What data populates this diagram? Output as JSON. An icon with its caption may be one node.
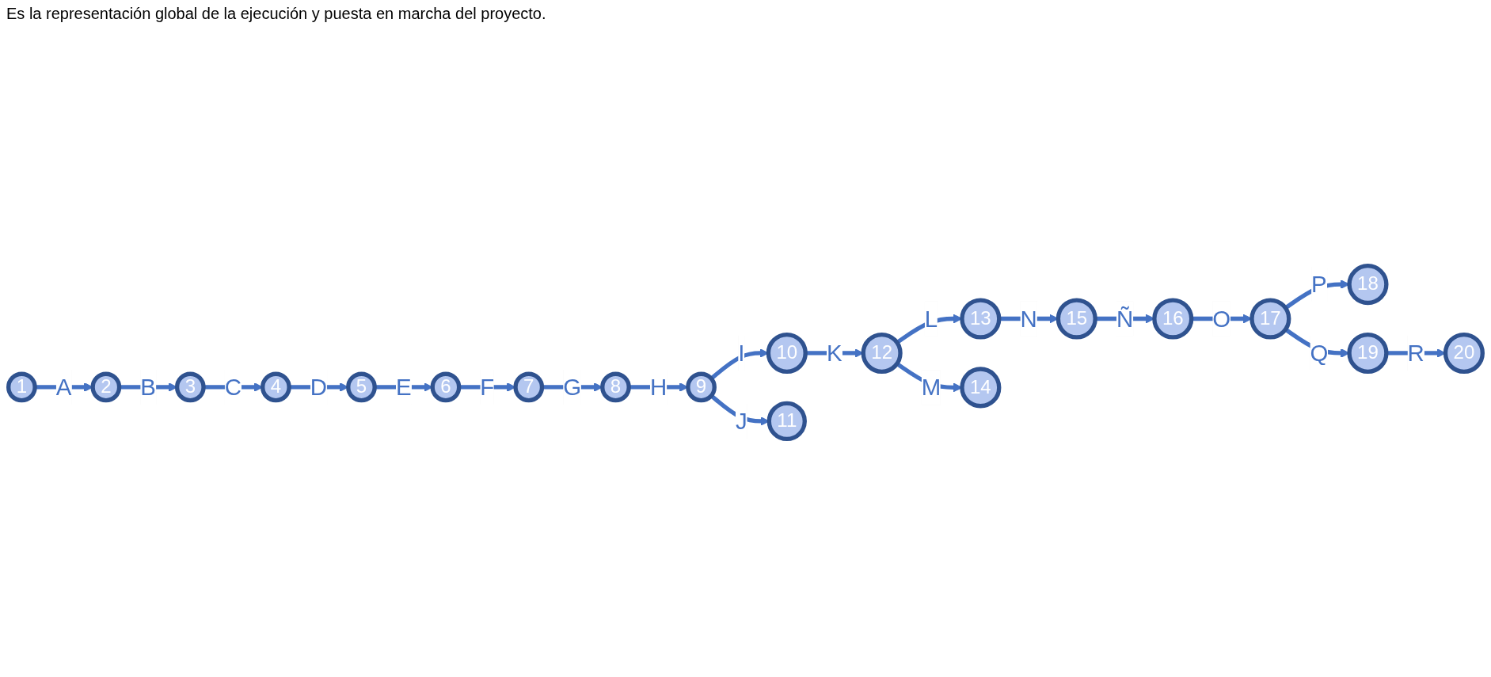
{
  "diagram": {
    "title": "Es la representación global de la ejecución y puesta en marcha del proyecto.",
    "nodes": [
      {
        "text": [
          "1"
        ]
      },
      {
        "text": [
          "2"
        ]
      },
      {
        "text": [
          "3"
        ]
      },
      {
        "text": [
          "4"
        ]
      },
      {
        "text": [
          "5"
        ]
      },
      {
        "text": [
          "6"
        ]
      },
      {
        "text": [
          "7"
        ]
      },
      {
        "text": [
          "8"
        ]
      },
      {
        "text": [
          "9"
        ]
      },
      {
        "text": [
          "10"
        ]
      },
      {
        "text": [
          "11"
        ]
      },
      {
        "text": [
          "12"
        ]
      },
      {
        "text": [
          "13"
        ]
      },
      {
        "text": [
          "14"
        ]
      },
      {
        "text": [
          "15"
        ]
      },
      {
        "text": [
          "16"
        ]
      },
      {
        "text": [
          "17"
        ]
      },
      {
        "text": [
          "18"
        ]
      },
      {
        "text": [
          "19"
        ]
      },
      {
        "text": [
          "20"
        ]
      }
    ],
    "edges": [
      {
        "from": 0,
        "to": 1,
        "arrow": "to",
        "label": "A"
      },
      {
        "from": 1,
        "to": 2,
        "arrow": "to",
        "label": "B"
      },
      {
        "from": 2,
        "to": 3,
        "arrow": "to",
        "label": "C"
      },
      {
        "from": 3,
        "to": 4,
        "arrow": "to",
        "label": "D"
      },
      {
        "from": 4,
        "to": 5,
        "arrow": "to",
        "label": "E"
      },
      {
        "from": 5,
        "to": 6,
        "arrow": "to",
        "label": "F"
      },
      {
        "from": 6,
        "to": 7,
        "arrow": "to",
        "label": "G"
      },
      {
        "from": 7,
        "to": 8,
        "arrow": "to",
        "label": "H"
      },
      {
        "from": 8,
        "to": 9,
        "arrow": "to",
        "label": "I"
      },
      {
        "from": 8,
        "to": 10,
        "arrow": "to",
        "label": "J"
      },
      {
        "from": 9,
        "to": 11,
        "arrow": "to",
        "label": "K"
      },
      {
        "from": 11,
        "to": 12,
        "arrow": "to",
        "label": "L"
      },
      {
        "from": 11,
        "to": 13,
        "arrow": "to",
        "label": "M"
      },
      {
        "from": 12,
        "to": 14,
        "arrow": "to",
        "label": "N"
      },
      {
        "from": 14,
        "to": 15,
        "arrow": "to",
        "label": "Ñ"
      },
      {
        "from": 15,
        "to": 16,
        "arrow": "to",
        "label": "O"
      },
      {
        "from": 16,
        "to": 17,
        "arrow": "to",
        "label": "P"
      },
      {
        "from": 16,
        "to": 18,
        "arrow": "to",
        "label": "Q"
      },
      {
        "from": 18,
        "to": 19,
        "arrow": "to",
        "label": "R"
      }
    ]
  }
}
